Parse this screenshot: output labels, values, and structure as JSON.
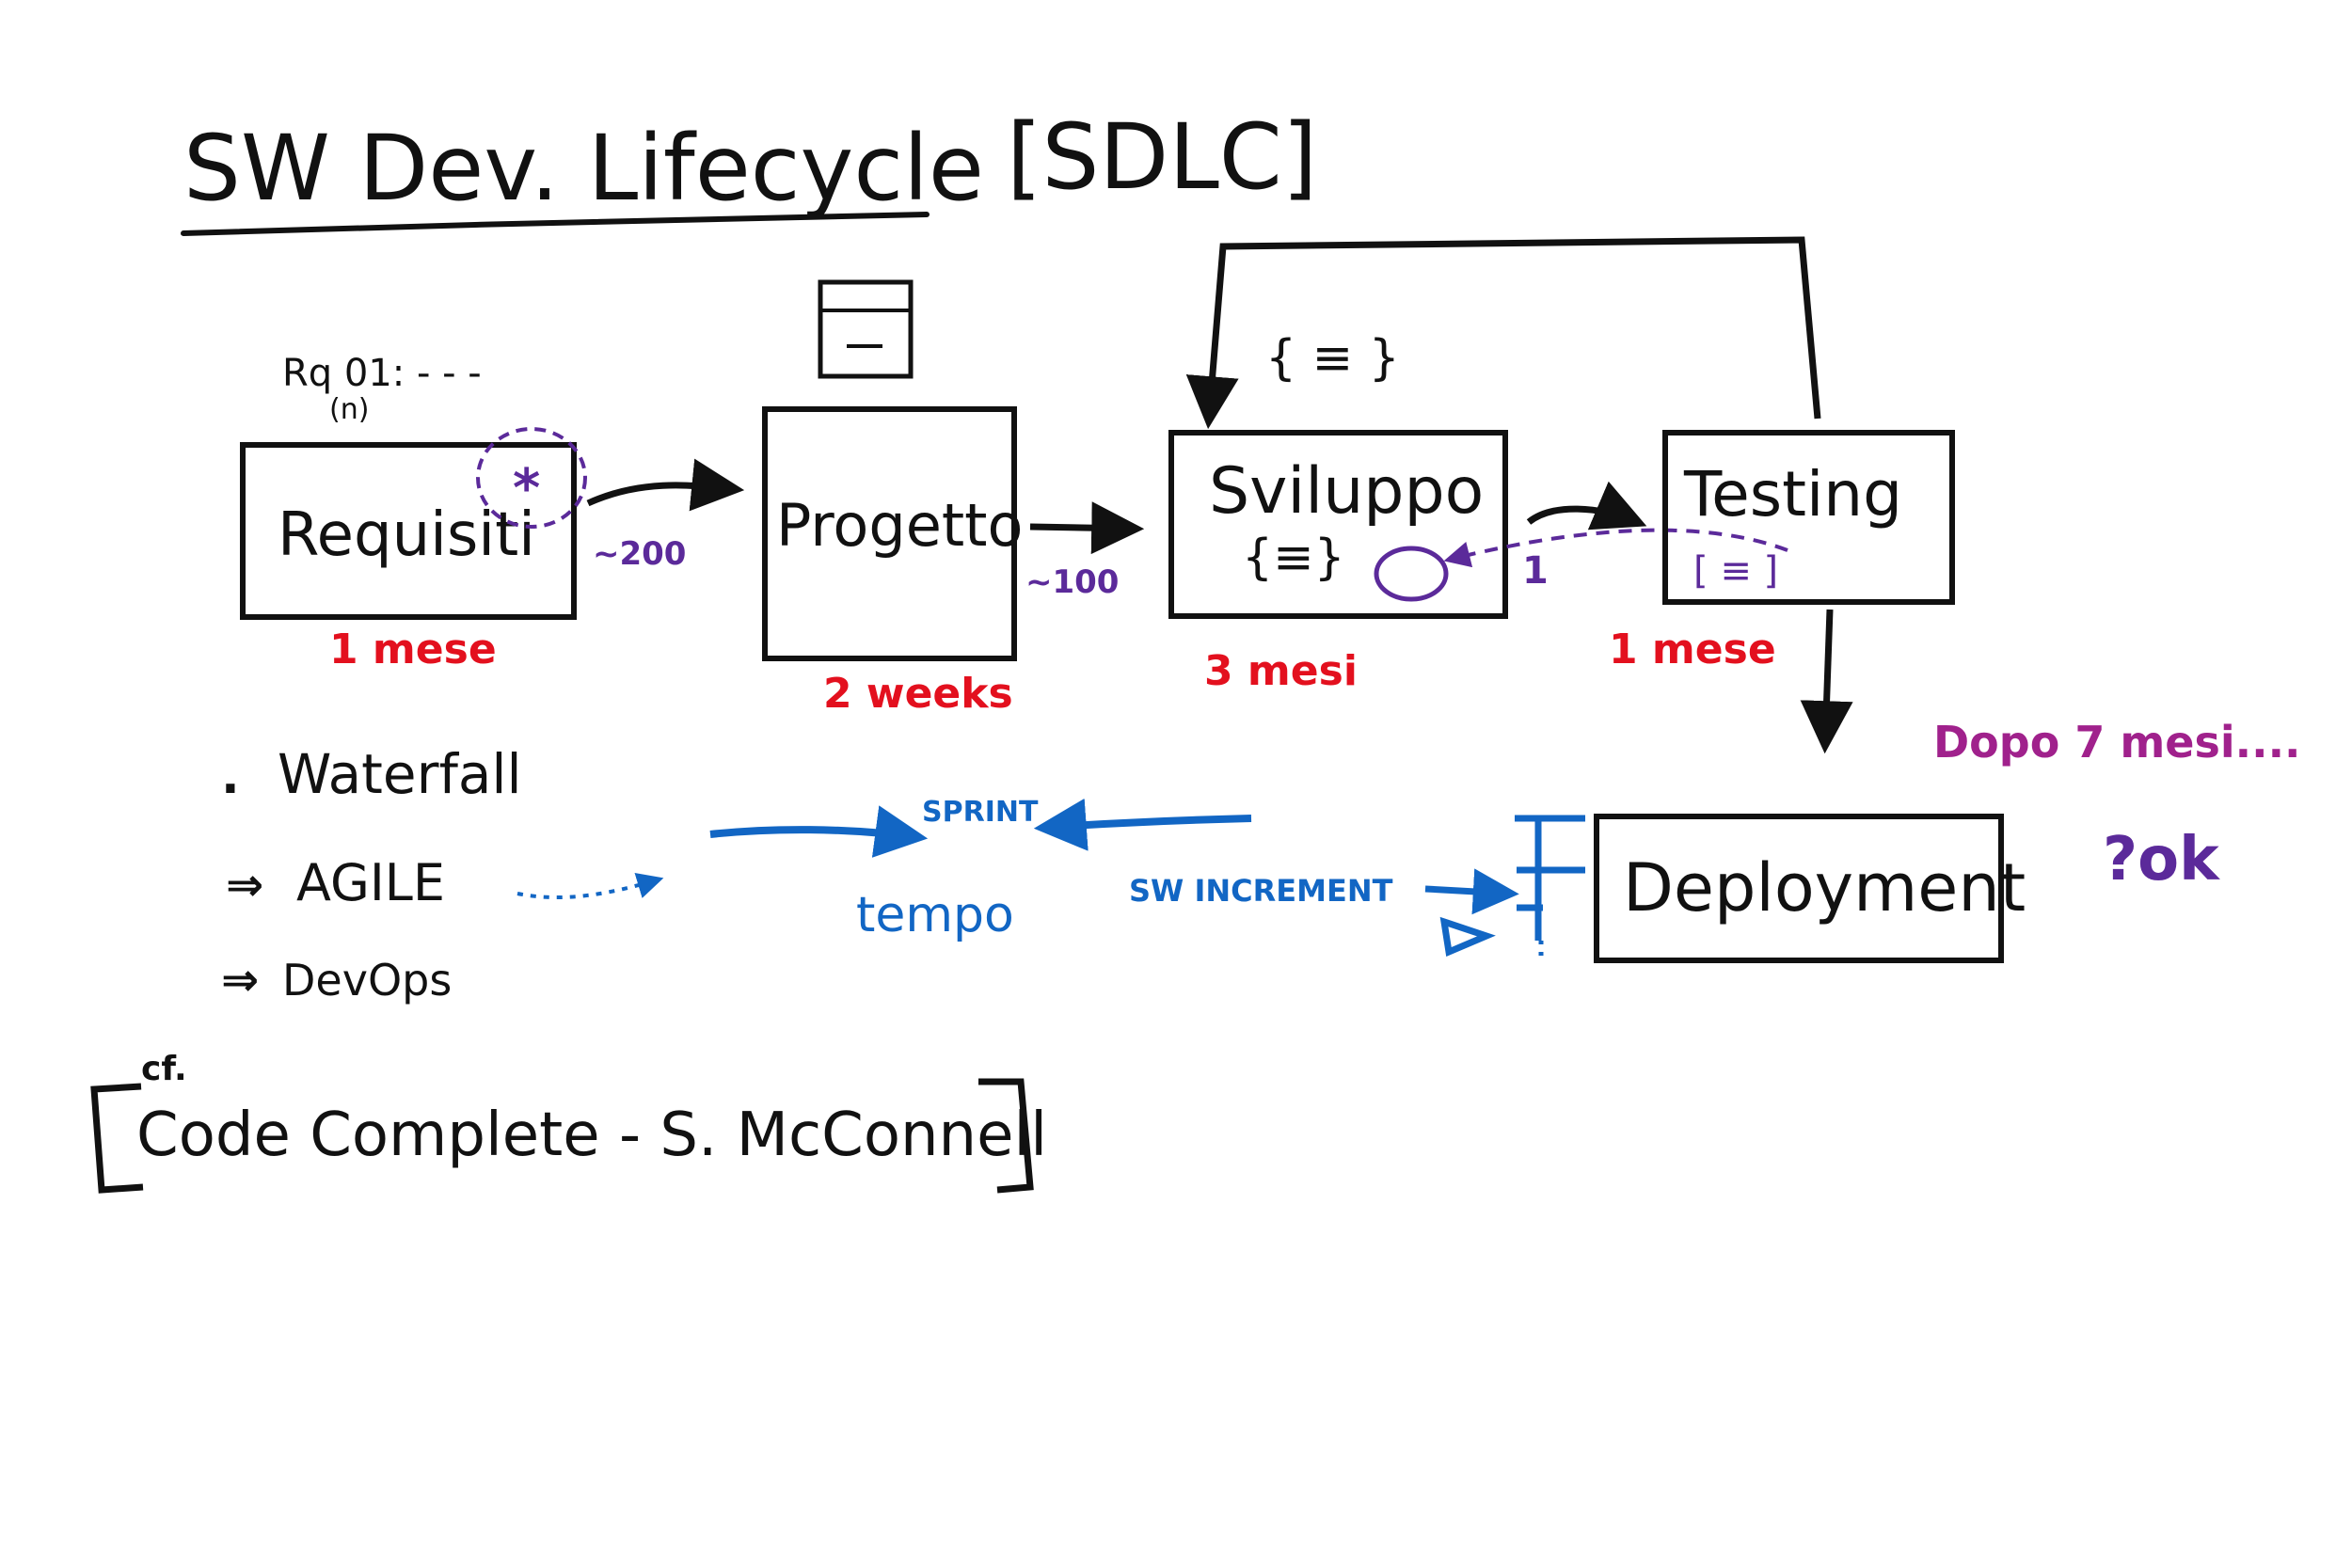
{
  "title": "SW Dev. Lifecycle",
  "title_tag": "[SDLC]",
  "requirement_note": "Rq 01: - - -",
  "requirement_note_sub": "(n)",
  "stages": {
    "requisiti": {
      "label": "Requisiti",
      "duration": "1 mese",
      "mark": "*"
    },
    "progetto": {
      "label": "Progetto",
      "duration": "2 weeks"
    },
    "sviluppo": {
      "label": "Sviluppo",
      "code": "{≡}",
      "duration": "3 mesi"
    },
    "testing": {
      "label": "Testing",
      "code": "[ ≡ ]",
      "duration": "1 mese"
    },
    "deployment": {
      "label": "Deployment"
    }
  },
  "arrow_counts": {
    "req_to_prog": "~200",
    "prog_to_dev": "~100",
    "dev_to_test": "1"
  },
  "loop_code": "{ ≡ }",
  "methods": [
    "Waterfall",
    "AGILE",
    "DevOps"
  ],
  "method_bullets": [
    ".",
    "⇒",
    "⇒"
  ],
  "agile": {
    "sprint": "SPRINT",
    "tempo": "tempo",
    "increment": "SW INCREMENT"
  },
  "after_note": "Dopo 7 mesi....",
  "ok_note": "?ok",
  "reference_prefix": "cf.",
  "reference": "Code Complete - S. McConnell",
  "colors": {
    "ink": "#111111",
    "red": "#e3101e",
    "purple": "#5b2a9a",
    "blue": "#1266c4",
    "magenta": "#a0218c"
  }
}
